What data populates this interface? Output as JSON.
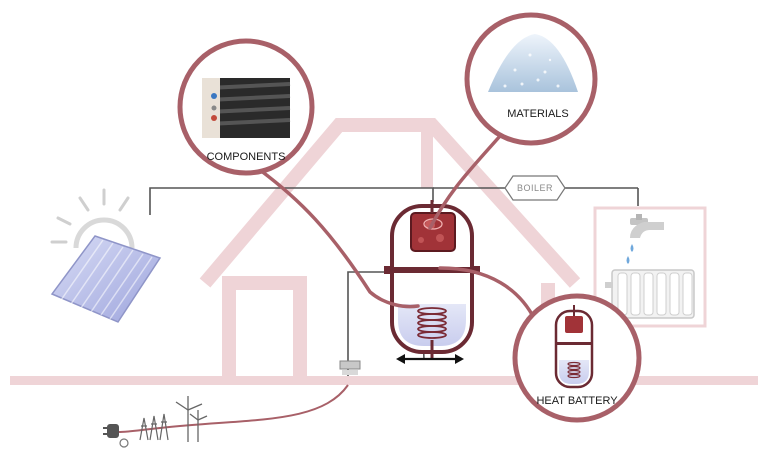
{
  "labels": {
    "components": "COMPONENTS",
    "materials": "MATERIALS",
    "boiler": "BOILER",
    "heat_battery": "HEAT BATTERY"
  },
  "colors": {
    "house": "#efd4d7",
    "accent": "#a86068",
    "dark_accent": "#7a2a35",
    "pipe": "#555555",
    "panel": "#b9bde8"
  }
}
